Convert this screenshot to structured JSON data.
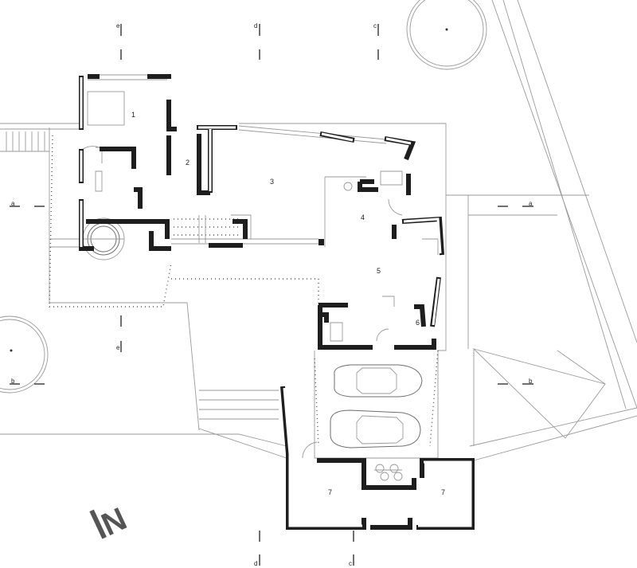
{
  "rooms": [
    {
      "label": "1"
    },
    {
      "label": "2"
    },
    {
      "label": "3"
    },
    {
      "label": "4"
    },
    {
      "label": "5"
    },
    {
      "label": "6"
    },
    {
      "label": "7"
    },
    {
      "label": "7"
    }
  ],
  "section_markers": {
    "a": "a",
    "b": "b",
    "c": "c",
    "d": "d",
    "e": "e"
  },
  "north_arrow": {
    "label": "N",
    "icon": "north-arrow-icon"
  },
  "colors": {
    "wall": "#1e1e1e",
    "line": "#9a9a9a"
  }
}
